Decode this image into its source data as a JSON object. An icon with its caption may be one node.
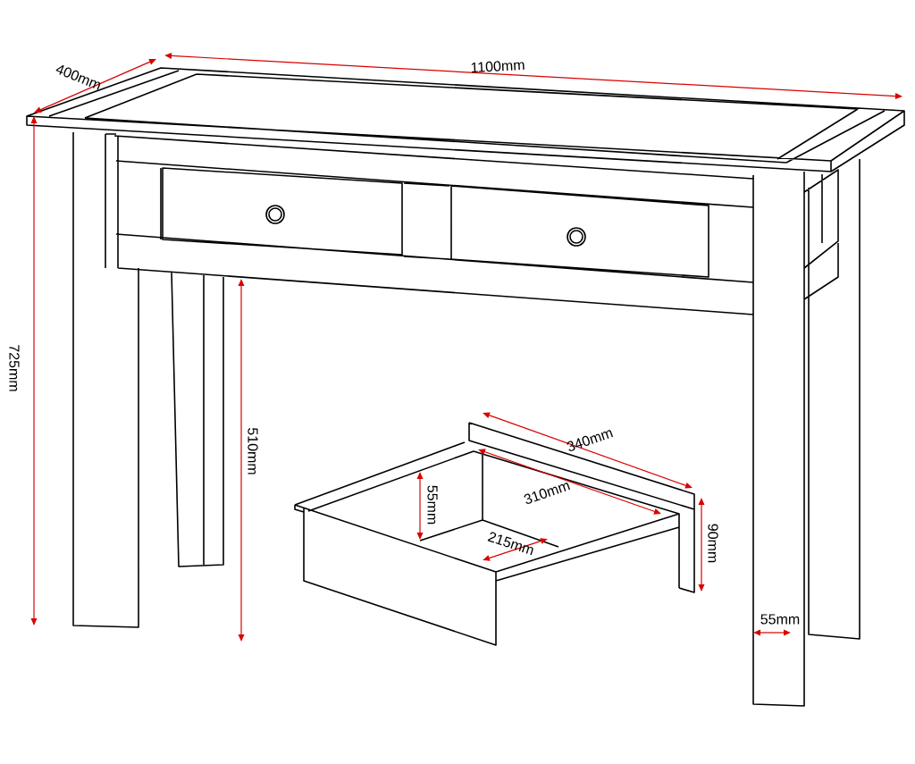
{
  "diagram": {
    "labels": [
      "400mm",
      "1100mm",
      "725mm",
      "510mm",
      "340mm",
      "310mm",
      "55mm",
      "215mm",
      "90mm",
      "55mm"
    ]
  }
}
